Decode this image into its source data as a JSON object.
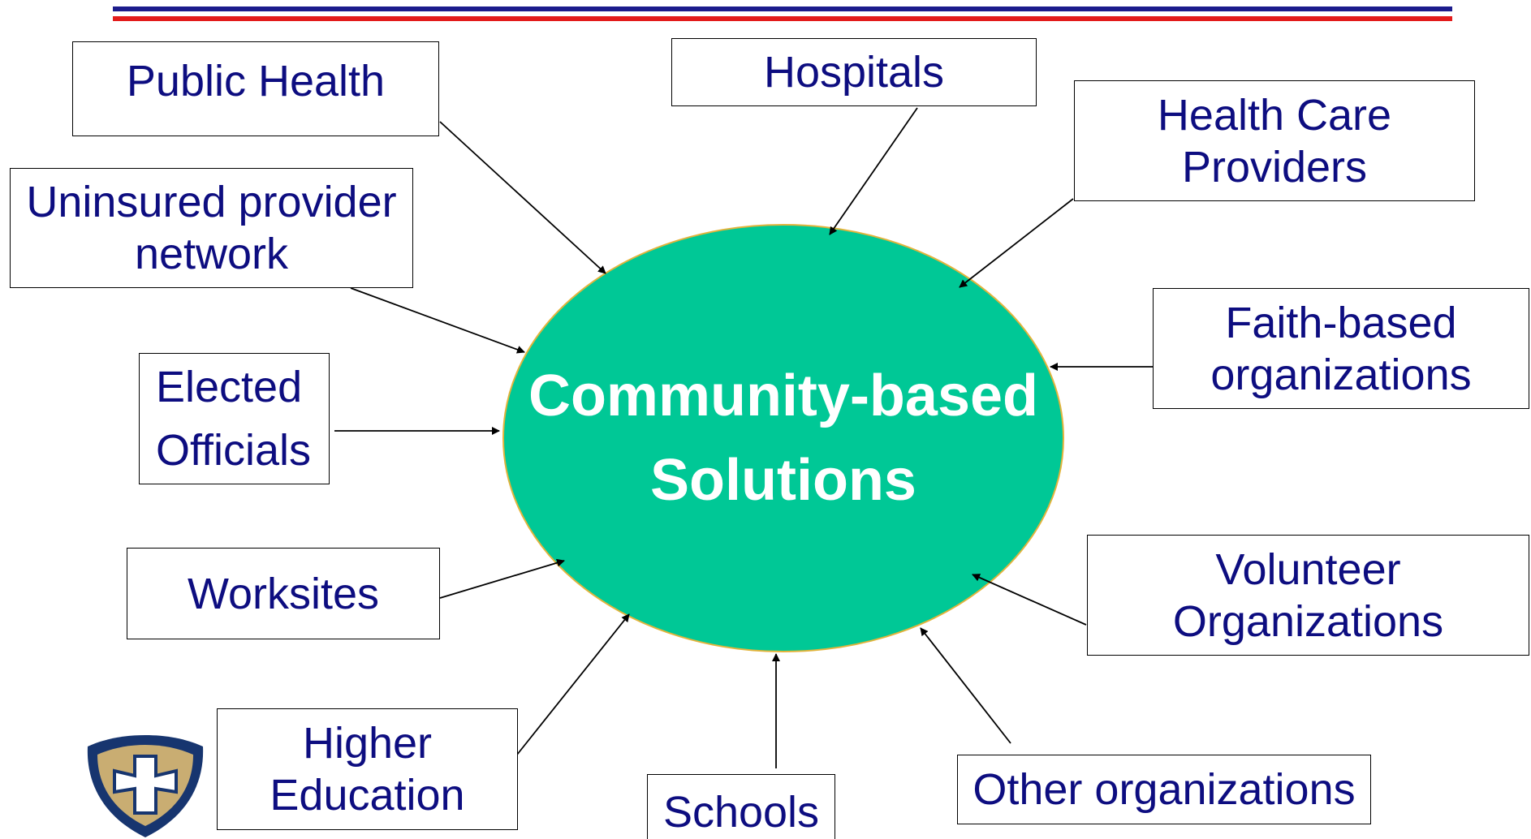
{
  "colors": {
    "rule_top": "#1c1c8c",
    "rule_bottom": "#e21b1b",
    "ellipse_fill": "#00c896",
    "ellipse_stroke": "#e2b43c",
    "box_text": "#0d0d80",
    "center_text": "#ffffff"
  },
  "center": {
    "text": "Community-based\nSolutions"
  },
  "boxes": {
    "public_health": "Public Health",
    "hospitals": "Hospitals",
    "health_care_providers": "Health Care\nProviders",
    "uninsured_provider_network": "Uninsured provider\n  network",
    "faith_based": "Faith-based\norganizations",
    "elected_officials": "Elected\nOfficials",
    "worksites": "Worksites",
    "volunteer": "Volunteer\nOrganizations",
    "higher_education": "Higher\nEducation",
    "schools": "Schools",
    "other": "Other organizations"
  },
  "logo": {
    "icon": "shield-cross-icon"
  }
}
